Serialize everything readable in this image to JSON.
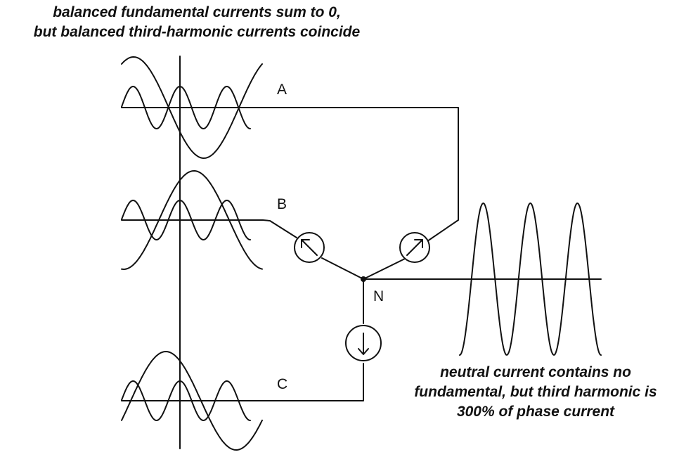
{
  "captions": {
    "top": [
      "balanced fundamental currents sum to 0,",
      "but balanced third-harmonic currents coincide"
    ],
    "bottom": [
      "neutral current contains no",
      "fundamental, but third harmonic is",
      "300% of phase current"
    ]
  },
  "labels": {
    "phase_a": "A",
    "phase_b": "B",
    "phase_c": "C",
    "neutral": "N"
  },
  "colors": {
    "ink": "#111111",
    "background": "#ffffff"
  },
  "icons": {
    "source_a": "arrow-up-right-icon",
    "source_b": "arrow-up-left-icon",
    "source_c": "arrow-down-icon"
  }
}
